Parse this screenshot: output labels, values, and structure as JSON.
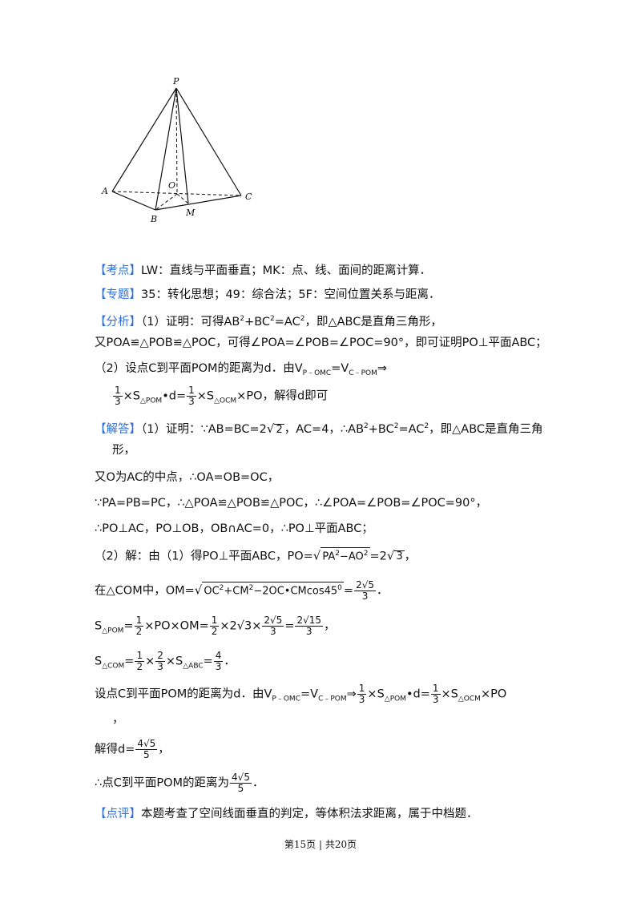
{
  "figure": {
    "labels": {
      "P": "P",
      "A": "A",
      "B": "B",
      "C": "C",
      "O": "O",
      "M": "M"
    }
  },
  "kaodian": {
    "tag": "【考点】",
    "text": "LW：直线与平面垂直；MK：点、线、面间的距离计算．"
  },
  "zhuanti": {
    "tag": "【专题】",
    "text": "35：转化思想；49：综合法；5F：空间位置关系与距离．"
  },
  "fenxi": {
    "tag": "【分析】",
    "l1a": "（1）证明：可得AB",
    "l1b": "+BC",
    "l1c": "=AC",
    "l1d": "，即△ABC是直角三角形，",
    "sup2": "2",
    "l2": "又POA≌△POB≌△POC，可得∠POA=∠POB=∠POC=90°，即可证明PO⊥平面ABC；",
    "l3a": "（2）设点C到平面POM的距离为d．由V",
    "l3sub1": "P﹣OMC",
    "l3b": "=V",
    "l3sub2": "C﹣POM",
    "l3c": "⇒",
    "l4": "解得d即可"
  },
  "jieda": {
    "tag": "【解答】",
    "l1a": "（1）证明：∵AB=BC=2",
    "l1b": "，AC=4，∴AB",
    "l1c": "+BC",
    "l1d": "=AC",
    "l1e": "，即△ABC是直角三",
    "l1f": "角",
    "l2": "形，",
    "l3": "又O为AC的中点，∴OA=OB=OC，",
    "l4": "∵PA=PB=PC，∴△POA≌△POB≌△POC，∴∠POA=∠POB=∠POC=90°，",
    "l5": "∴PO⊥AC，PO⊥OB，OB∩AC=0，∴PO⊥平面ABC；",
    "l6a": "（2）解：由（1）得PO⊥平面ABC，PO=",
    "l6b": "=2",
    "l7a": "在△COM中，OM=",
    "l7b": "=",
    "l8": "S",
    "l9": "S",
    "l10a": "设点C到平面POM的距离为d．由V",
    "l10b": "=V",
    "l10c": "⇒",
    "l11": "，",
    "l12": "解得d=",
    "l13": "∴点C到平面POM的距离为"
  },
  "pingjia": {
    "tag": "【点评】",
    "text": "本题考查了空间线面垂直的判定，等体积法求距离，属于中档题．"
  },
  "footer": "第15页 | 共20页"
}
